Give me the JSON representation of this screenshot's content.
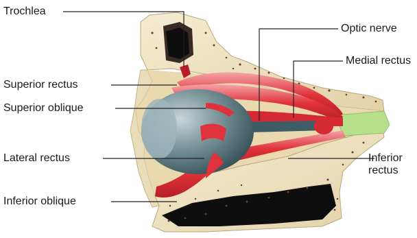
{
  "labels": {
    "trochlea": "Trochlea",
    "optic_nerve": "Optic nerve",
    "medial_rectus": "Medial rectus",
    "superior_rectus": "Superior rectus",
    "superior_oblique": "Superior oblique",
    "lateral_rectus": "Lateral rectus",
    "inferior_rectus_line1": "Inferior",
    "inferior_rectus_line2": "rectus",
    "inferior_oblique": "Inferior oblique"
  },
  "colors": {
    "bone": "#efe3c2",
    "bone_dots": "#6a3e30",
    "muscle": "#e0323a",
    "muscle_highlight": "#f29aa0",
    "eyeball": "#5d7a82",
    "nerve": "#b8e08c",
    "cavity": "#1a1a1a",
    "leader_line": "#222222"
  }
}
